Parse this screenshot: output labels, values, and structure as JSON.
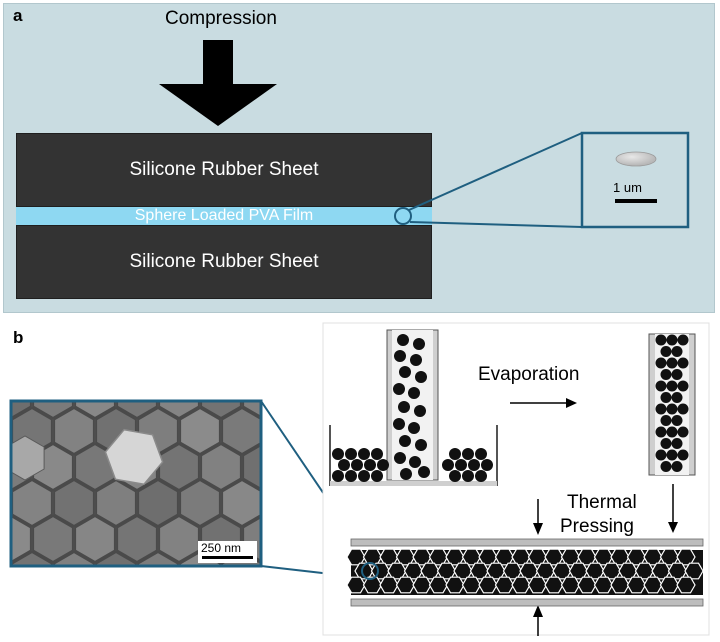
{
  "panel_a": {
    "letter": "a",
    "compression_label": "Compression",
    "top_sheet_label": "Silicone Rubber Sheet",
    "film_label": "Sphere Loaded PVA Film",
    "bottom_sheet_label": "Silicone Rubber Sheet",
    "scale_label": "1 um"
  },
  "panel_b": {
    "letter": "b",
    "sem_scale_label": "250 nm",
    "evaporation_label": "Evaporation",
    "thermal_label_line1": "Thermal",
    "thermal_label_line2": "Pressing"
  },
  "colors": {
    "panel_a_bg": "#c9dce1",
    "rubber": "#333333",
    "film": "#8ed8f2",
    "callout_line": "#1f5f80"
  }
}
